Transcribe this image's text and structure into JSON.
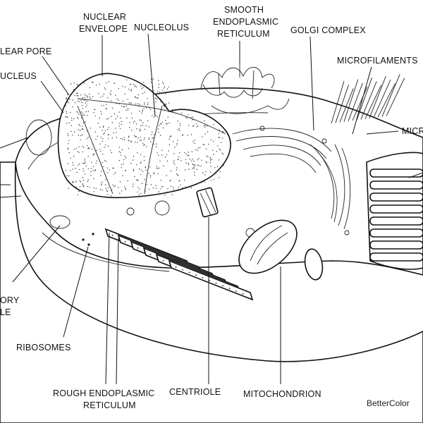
{
  "labels": {
    "nuclear_envelope": [
      "NUCLEAR",
      "ENVELOPE"
    ],
    "nucleolus": "NUCLEOLUS",
    "smooth_er": [
      "SMOOTH",
      "ENDOPLASMIC",
      "RETICULUM"
    ],
    "golgi": "GOLGI COMPLEX",
    "microfilaments": "MICROFILAMENTS",
    "micro_cut": "MICR",
    "nuclear_pore": "LEAR PORE",
    "nucleus": "UCLEUS",
    "vesicle": [
      "ORY",
      "LE"
    ],
    "ribosomes": "RIBOSOMES",
    "rough_er": [
      "ROUGH ENDOPLASMIC",
      "RETICULUM"
    ],
    "centriole": "CENTRIOLE",
    "mitochondrion": "MITOCHONDRION"
  },
  "watermark": "BetterColor"
}
